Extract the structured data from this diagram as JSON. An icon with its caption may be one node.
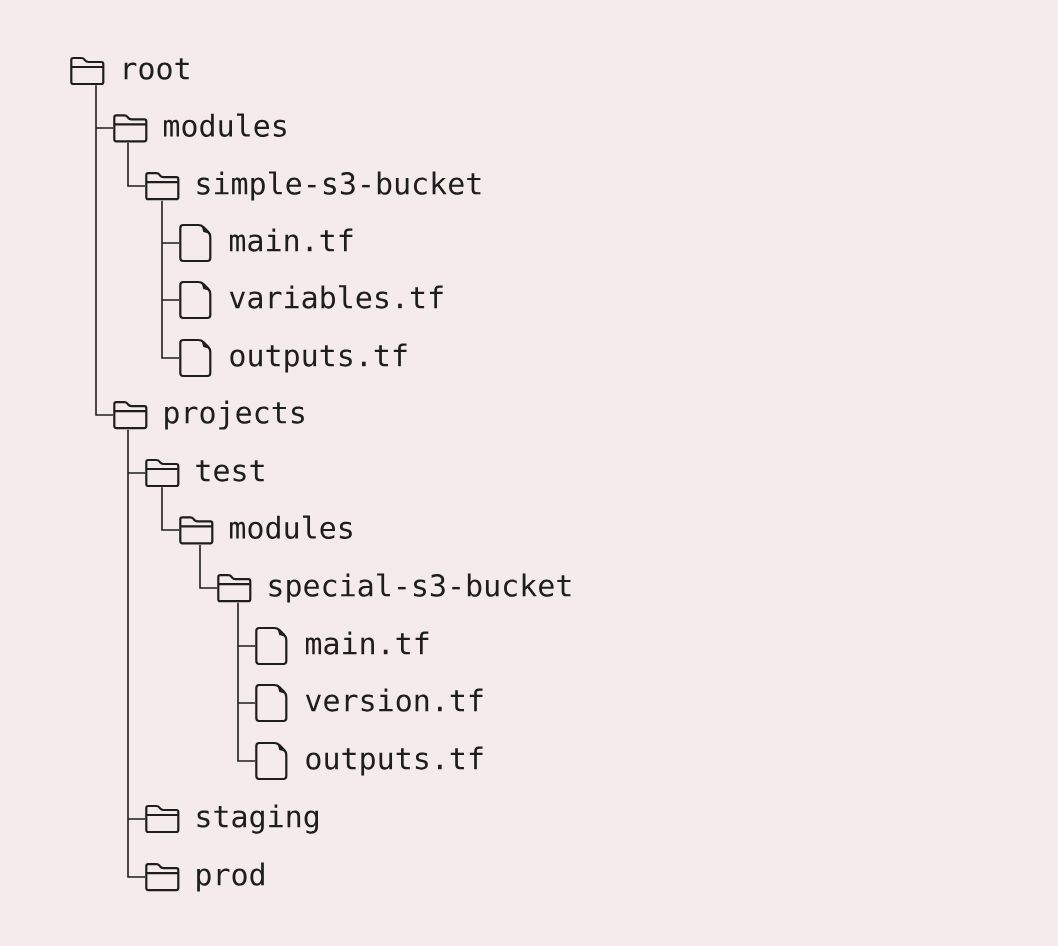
{
  "diagram": {
    "nodes": [
      {
        "text": [
          "root"
        ]
      },
      {
        "text": [
          "modules"
        ]
      },
      {
        "text": [
          "simple-s3-bucket"
        ]
      },
      {
        "text": [
          "main.tf"
        ]
      },
      {
        "text": [
          "variables.tf"
        ]
      },
      {
        "text": [
          "outputs.tf"
        ]
      },
      {
        "text": [
          "projects"
        ]
      },
      {
        "text": [
          "test"
        ]
      },
      {
        "text": [
          "modules"
        ]
      },
      {
        "text": [
          "special-s3-bucket"
        ]
      },
      {
        "text": [
          "main.tf"
        ]
      },
      {
        "text": [
          "version.tf"
        ]
      },
      {
        "text": [
          "outputs.tf"
        ]
      },
      {
        "text": [
          "staging"
        ]
      },
      {
        "text": [
          "prod"
        ]
      }
    ],
    "edges": [
      {
        "from": 0,
        "to": 1,
        "arrow": "none"
      },
      {
        "from": 1,
        "to": 2,
        "arrow": "none"
      },
      {
        "from": 2,
        "to": 3,
        "arrow": "none"
      },
      {
        "from": 2,
        "to": 4,
        "arrow": "none"
      },
      {
        "from": 2,
        "to": 5,
        "arrow": "none"
      },
      {
        "from": 0,
        "to": 6,
        "arrow": "none"
      },
      {
        "from": 6,
        "to": 7,
        "arrow": "none"
      },
      {
        "from": 7,
        "to": 8,
        "arrow": "none"
      },
      {
        "from": 8,
        "to": 9,
        "arrow": "none"
      },
      {
        "from": 9,
        "to": 10,
        "arrow": "none"
      },
      {
        "from": 9,
        "to": 11,
        "arrow": "none"
      },
      {
        "from": 9,
        "to": 12,
        "arrow": "none"
      },
      {
        "from": 6,
        "to": 13,
        "arrow": "none"
      },
      {
        "from": 6,
        "to": 14,
        "arrow": "none"
      }
    ]
  }
}
